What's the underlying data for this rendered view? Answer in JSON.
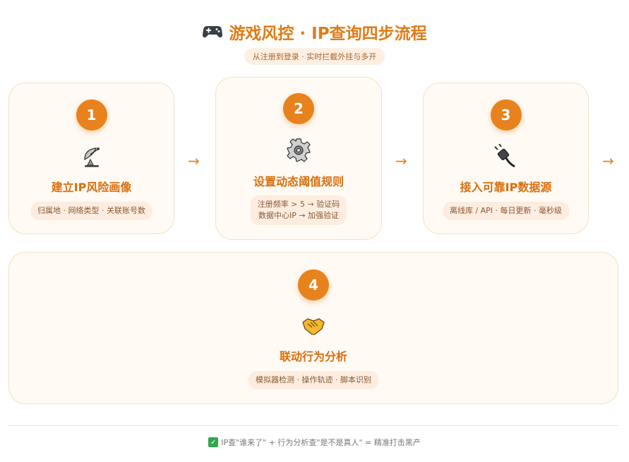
{
  "header": {
    "title_icon": "gamepad-icon",
    "title": "游戏风控 · IP查询四步流程",
    "subtitle": "从注册到登录 · 实时拦截外挂与多开"
  },
  "steps": [
    {
      "number": "1",
      "icon": "satellite-dish-icon",
      "title": "建立IP风险画像",
      "detail": "归属地 · 网络类型 · 关联账号数"
    },
    {
      "number": "2",
      "icon": "gear-icon",
      "title": "设置动态阈值规则",
      "detail_lines": [
        "注册频率 > 5 → 验证码",
        "数据中心IP → 加强验证"
      ]
    },
    {
      "number": "3",
      "icon": "plug-icon",
      "title": "接入可靠IP数据源",
      "detail": "离线库 / API · 每日更新 · 毫秒级"
    },
    {
      "number": "4",
      "icon": "handshake-icon",
      "title": "联动行为分析",
      "detail": "模拟器检测 · 操作轨迹 · 脚本识别"
    }
  ],
  "arrows": [
    "→",
    "→",
    "→"
  ],
  "footer": {
    "icon": "check-mark-icon",
    "text": "IP查\"谁来了\" + 行为分析查\"是不是真人\" = 精准打击黑产"
  },
  "colors": {
    "accent": "#e8821d",
    "title": "#e07b16",
    "card_bg": "#fffaf4",
    "card_border": "#f7dfc3",
    "pill_bg": "#fcede0"
  }
}
